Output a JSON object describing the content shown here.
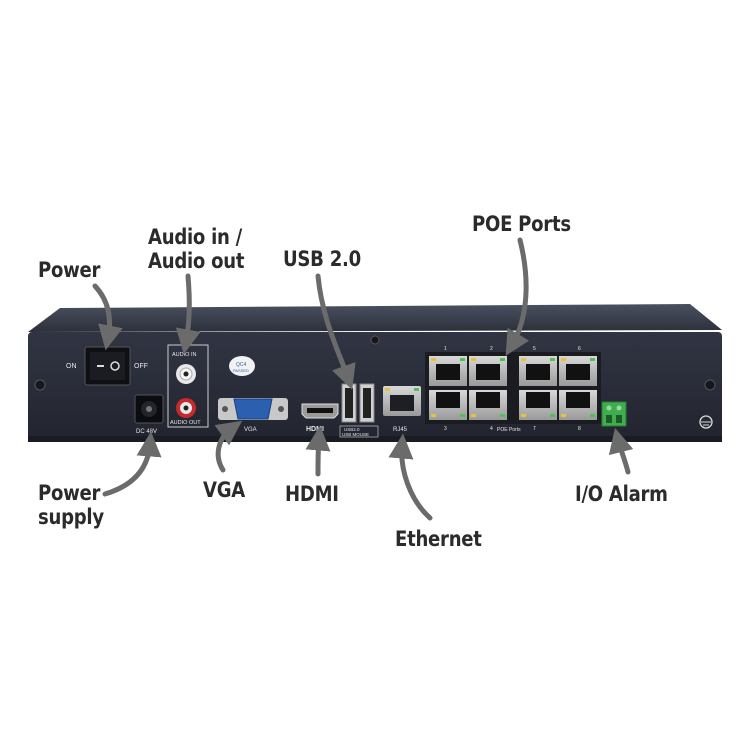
{
  "callouts": {
    "power": "Power",
    "audio": "Audio in /\nAudio out",
    "usb": "USB 2.0",
    "poe": "POE Ports",
    "power_supply": "Power\nsupply",
    "vga": "VGA",
    "hdmi": "HDMI",
    "ethernet": "Ethernet",
    "io_alarm": "I/O Alarm"
  },
  "panel_labels": {
    "on": "ON",
    "off": "OFF",
    "audio_in": "AUDIO IN",
    "audio_out": "AUDIO OUT",
    "vga": "VGA",
    "hdmi": "HDMI",
    "usb": "USB2.0",
    "usb_mouse": "USB MOUSE",
    "rj45": "RJ45",
    "dc": "DC 48V",
    "qc_line1": "QC4",
    "qc_line2": "PASSED",
    "poe_ports": "POE Ports",
    "port_numbers_top": [
      "1",
      "2",
      "5",
      "6"
    ],
    "port_numbers_bottom": [
      "3",
      "4",
      "7",
      "8"
    ]
  },
  "colors": {
    "chassis": "#2a2e3a",
    "chassis_top": "#3a3f4d",
    "arrow": "#6b6b6b",
    "text": "#2b2b2b",
    "vga_blue": "#2b5fb0",
    "alarm_green": "#3fae4f"
  }
}
